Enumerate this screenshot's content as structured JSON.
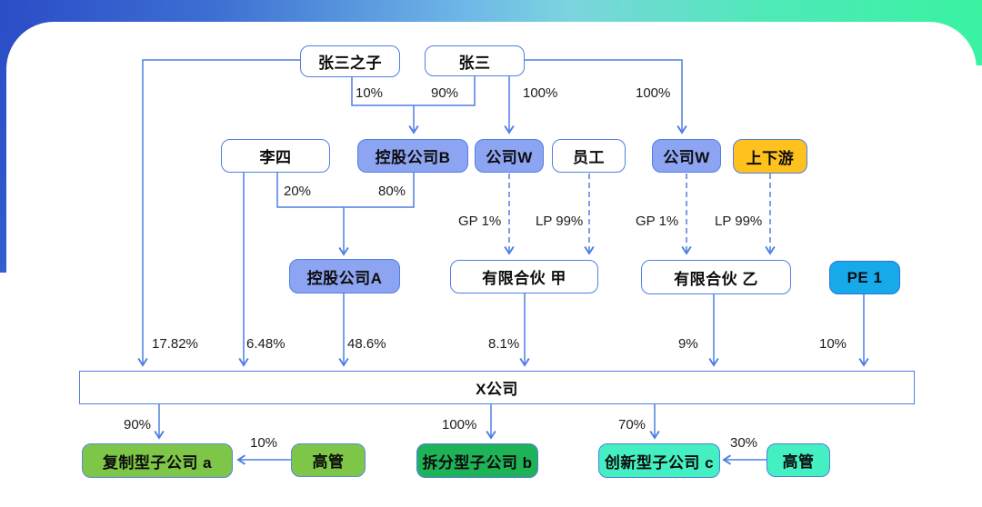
{
  "diagram": {
    "nodes": {
      "zhangsan_son": {
        "label": "张三之子"
      },
      "zhangsan": {
        "label": "张三"
      },
      "lisi": {
        "label": "李四"
      },
      "holding_b": {
        "label": "控股公司B"
      },
      "company_w1": {
        "label": "公司W"
      },
      "employee": {
        "label": "员工"
      },
      "company_w2": {
        "label": "公司W"
      },
      "updownstream": {
        "label": "上下游"
      },
      "holding_a": {
        "label": "控股公司A"
      },
      "lp_jia": {
        "label": "有限合伙 甲"
      },
      "lp_yi": {
        "label": "有限合伙 乙"
      },
      "pe1": {
        "label": "PE 1"
      },
      "x_company": {
        "label": "X公司"
      },
      "sub_a": {
        "label": "复制型子公司 a"
      },
      "exec1": {
        "label": "高管"
      },
      "sub_b": {
        "label": "拆分型子公司 b"
      },
      "sub_c": {
        "label": "创新型子公司 c"
      },
      "exec2": {
        "label": "高管"
      }
    },
    "edge_labels": {
      "son_to_holding_b": "10%",
      "zhangsan_to_holding_b": "90%",
      "zhangsan_to_company_w1": "100%",
      "zhangsan_to_company_w2": "100%",
      "lisi_to_holding_a": "20%",
      "holding_b_to_holding_a": "80%",
      "company_w1_gp": "GP 1%",
      "employee_lp": "LP 99%",
      "company_w2_gp": "GP 1%",
      "updownstream_lp": "LP 99%",
      "son_to_x": "17.82%",
      "lisi_to_x": "6.48%",
      "holding_a_to_x": "48.6%",
      "lp_jia_to_x": "8.1%",
      "lp_yi_to_x": "9%",
      "pe1_to_x": "10%",
      "x_to_sub_a": "90%",
      "exec1_to_sub_a": "10%",
      "x_to_sub_b": "100%",
      "x_to_sub_c": "70%",
      "exec2_to_sub_c": "30%"
    },
    "colors": {
      "connector_blue": "#4f7fe3",
      "node_periwinkle": "#8da4f2",
      "node_amber": "#fec11e",
      "node_cyan": "#17aaeb",
      "node_green": "#7ec647",
      "node_green_dark": "#1fb358",
      "node_mint": "#44f0c2",
      "frame_gradient_left": "#2b4dc7",
      "frame_gradient_mid": "#6fb9e7",
      "frame_gradient_right": "#39f2a1"
    }
  }
}
